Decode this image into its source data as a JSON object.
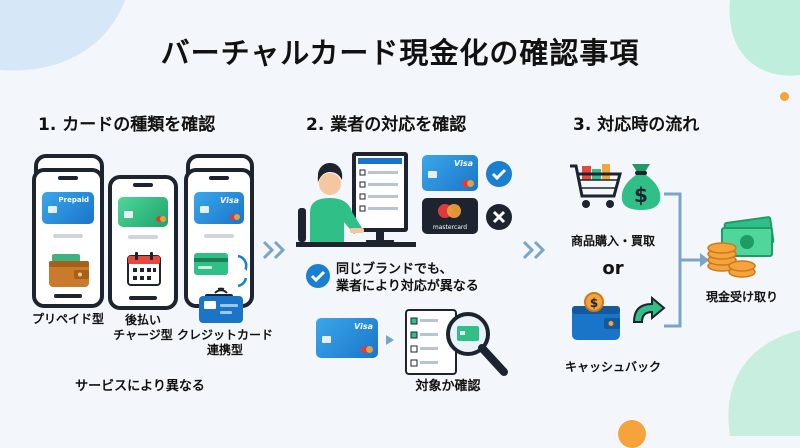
{
  "title": "バーチャルカード現金化の確認事項",
  "sections": [
    {
      "heading": "1. カードの種類を確認"
    },
    {
      "heading": "2. 業者の対応を確認"
    },
    {
      "heading": "3. 対応時の流れ"
    }
  ],
  "card_types": {
    "prepaid_card_text": "Prepaid",
    "visa_card_text": "Visa",
    "prepaid_label": "プリペイド型",
    "postpay_label_1": "後払い",
    "postpay_label_2": "チャージ型",
    "credit_label_1": "クレジットカード",
    "credit_label_2": "連携型",
    "footer": "サービスにより異なる"
  },
  "vendor": {
    "visa_text": "Visa",
    "mastercard_text": "mastercard",
    "note_line1": "同じブランドでも、",
    "note_line2": "業者により対応が異なる",
    "check_label": "対象か確認"
  },
  "flow": {
    "purchase_label": "商品購入・買取",
    "or_label": "or",
    "cashback_label": "キャッシュバック",
    "result_label": "現金受け取り"
  },
  "colors": {
    "accent_blue": "#1a7fd1",
    "accent_green": "#2fbf87",
    "cross_dark": "#1d2430",
    "arrow_blue": "#7aa5c8"
  }
}
